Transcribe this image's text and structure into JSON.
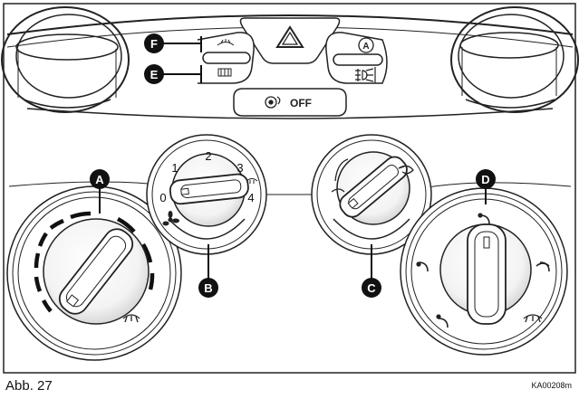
{
  "caption": "Abb. 27",
  "image_code": "KA00208m",
  "callouts": [
    "A",
    "B",
    "C",
    "D",
    "E",
    "F"
  ],
  "fan_knob": {
    "scale": [
      "0",
      "1",
      "2",
      "3",
      "4"
    ]
  },
  "recirculation_button_label": "OFF",
  "button_a_label": "A",
  "icons": {
    "hazard": "hazard-triangle-icon",
    "rear_defrost": "rear-window-defrost-icon",
    "front_defrost": "windscreen-defrost-icon",
    "fog_light": "rear-fog-light-icon",
    "recirculation": "air-recirculation-icon",
    "fan": "fan-icon",
    "air_flow": "air-distribution-icon"
  }
}
